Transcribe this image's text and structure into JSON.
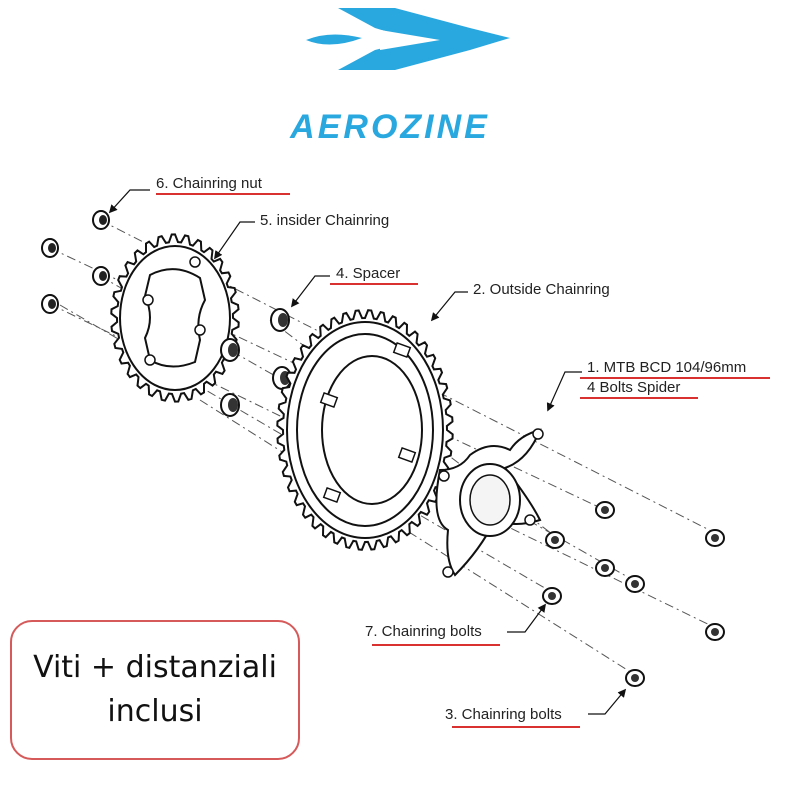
{
  "brand": {
    "name": "AEROZINE",
    "color": "#29a8e0"
  },
  "labels": {
    "chainring_nut": "6. Chainring nut",
    "insider_chainring": "5. insider Chainring",
    "spacer": "4. Spacer",
    "outside_chainring": "2. Outside Chainring",
    "spider_line1": "1. MTB BCD 104/96mm",
    "spider_line2": "4 Bolts Spider",
    "bolts_7": "7. Chainring bolts",
    "bolts_3": "3. Chainring bolts"
  },
  "note": {
    "line1": "Viti + distanziali",
    "line2": "inclusi",
    "border_color": "#d65a5a"
  },
  "accent": {
    "underline_color": "#d93030"
  }
}
